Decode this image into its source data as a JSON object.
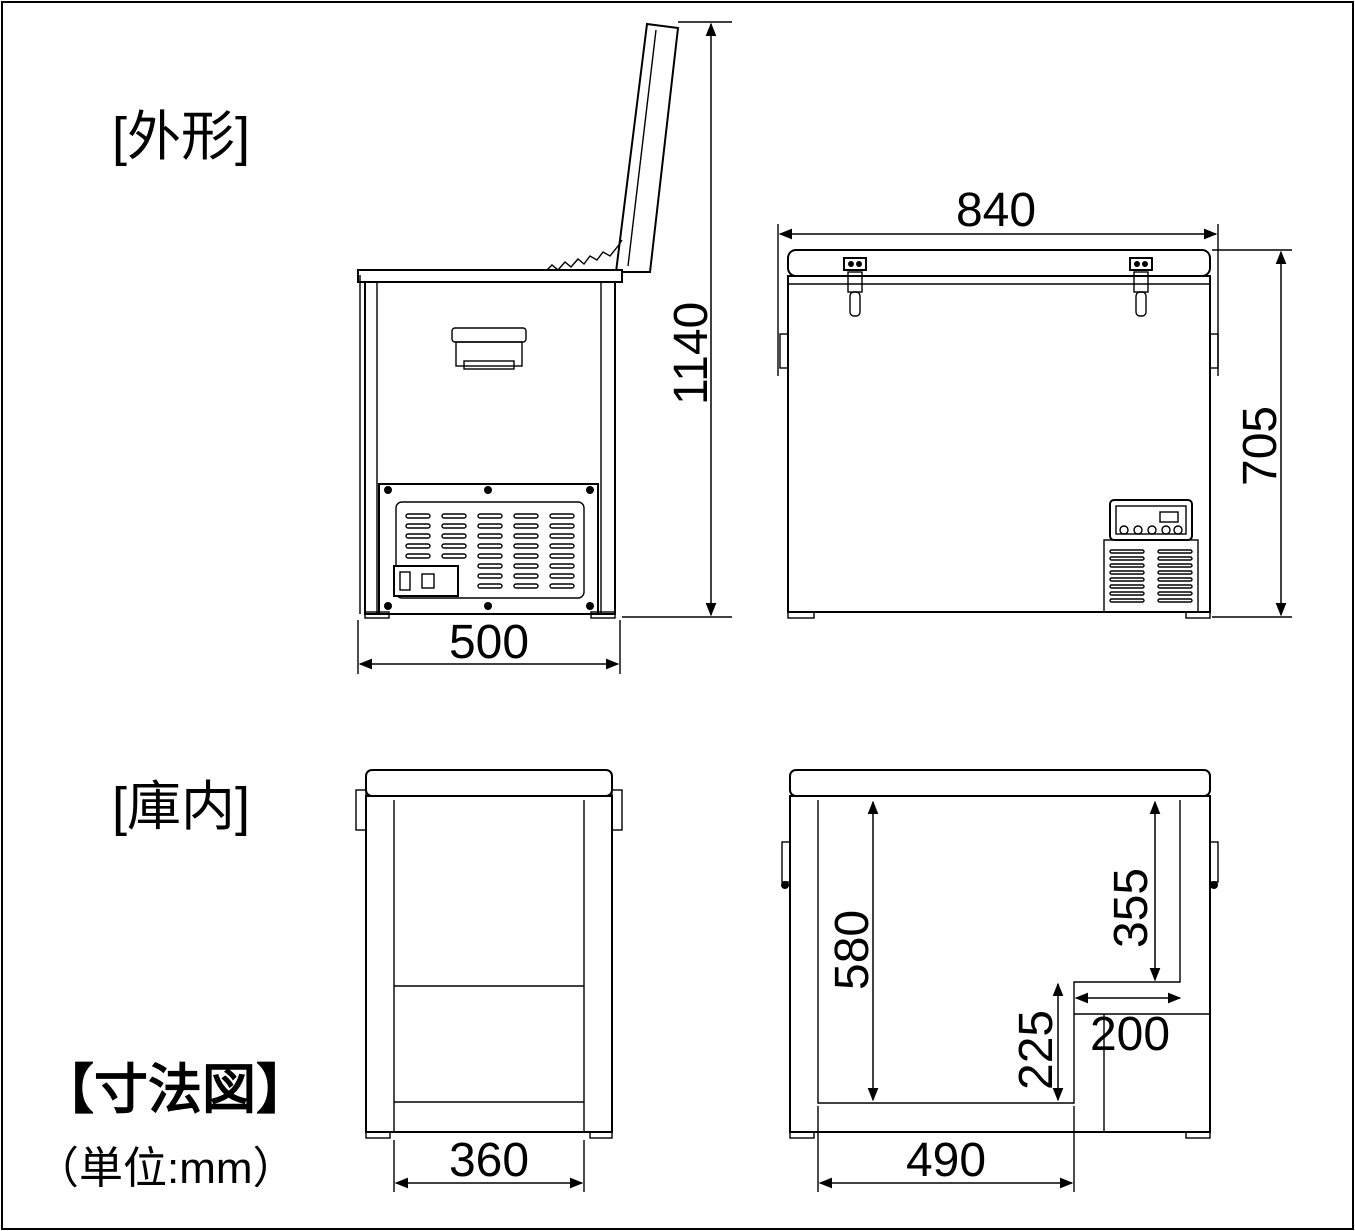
{
  "headings": {
    "exterior": "[外形]",
    "interior": "[庫内]",
    "dimension_drawing": "【寸法図】",
    "unit": "（単位:mm）"
  },
  "dimensions": {
    "total_height_open": "1140",
    "width_side": "500",
    "length_front": "840",
    "height_body": "705",
    "interior_width": "360",
    "interior_length": "490",
    "interior_depth": "580",
    "step_depth": "355",
    "step_height": "225",
    "step_length": "200"
  },
  "colors": {
    "line": "#000000",
    "background": "#ffffff"
  }
}
